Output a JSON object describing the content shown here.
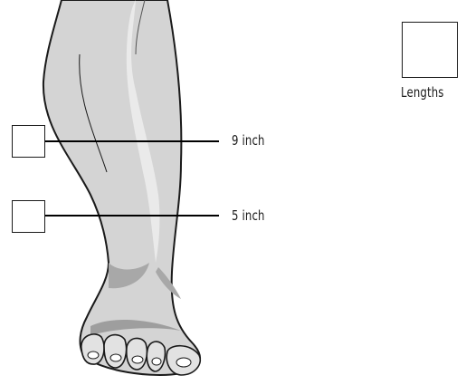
{
  "legend": {
    "label": "Lengths"
  },
  "measurements": [
    {
      "label": "9 inch"
    },
    {
      "label": "5 inch"
    }
  ],
  "colors": {
    "skin": "#d3d3d3",
    "skin_shadow": "#a9a9a9",
    "outline": "#1a1a1a"
  },
  "icons": {
    "illustration": "lower-leg-foot-icon"
  }
}
